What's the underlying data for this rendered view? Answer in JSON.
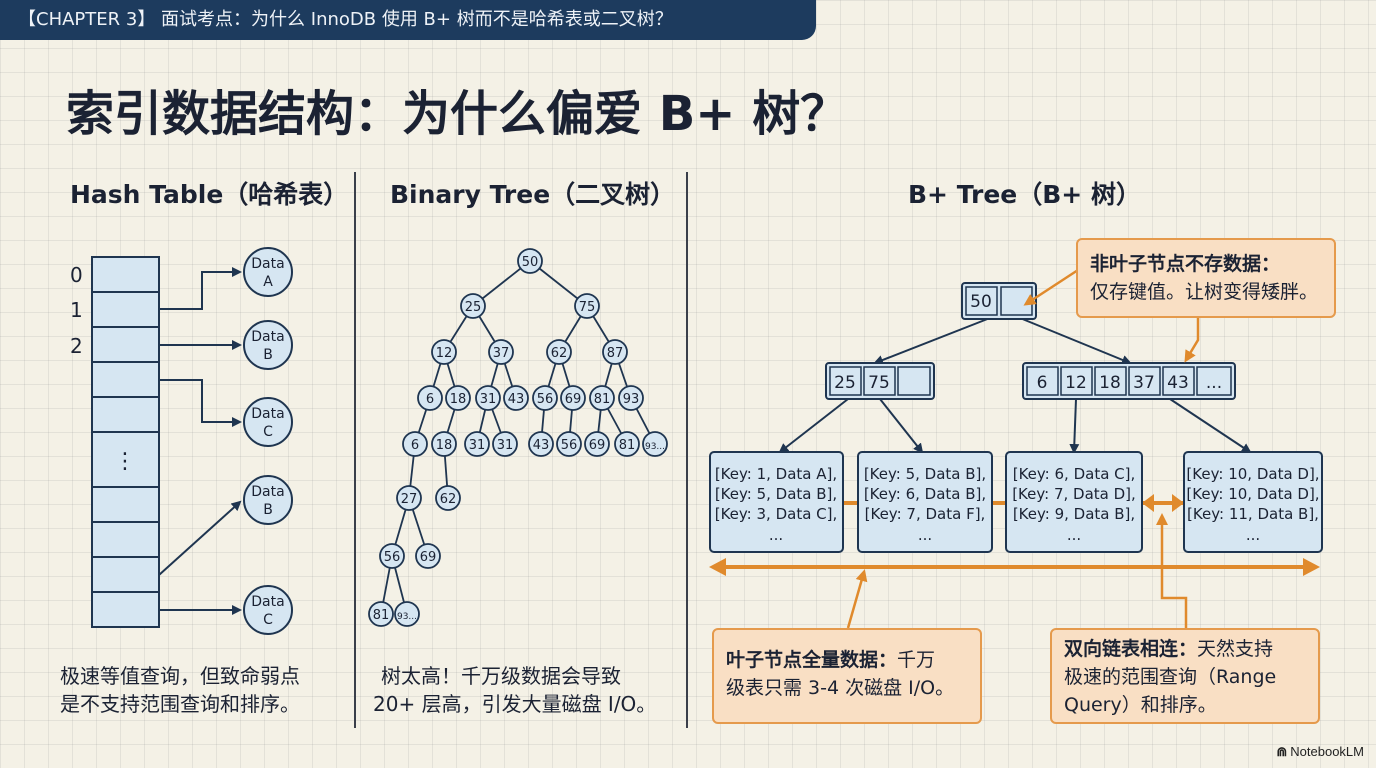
{
  "banner": {
    "text": "【CHAPTER 3】 面试考点：为什么 InnoDB 使用 B+ 树而不是哈希表或二叉树？"
  },
  "title": "索引数据结构：为什么偏爱 B+ 树？",
  "columns": {
    "hash": {
      "title": "Hash Table（哈希表）",
      "caption_line1": "极速等值查询，但致命弱点",
      "caption_line2": "是不支持范围查询和排序。"
    },
    "binary": {
      "title": "Binary Tree（二叉树）",
      "caption_line1": "树太高！千万级数据会导致",
      "caption_line2": "20+ 层高，引发大量磁盘 I/O。"
    },
    "bplus": {
      "title": "B+ Tree（B+ 树）"
    }
  },
  "hash_table": {
    "index_labels": [
      "0",
      "1",
      "2"
    ],
    "ellipsis": "⋮",
    "data_nodes": [
      {
        "top": "Data",
        "bottom": "A"
      },
      {
        "top": "Data",
        "bottom": "B"
      },
      {
        "top": "Data",
        "bottom": "C"
      },
      {
        "top": "Data",
        "bottom": "B"
      },
      {
        "top": "Data",
        "bottom": "C"
      }
    ]
  },
  "binary_tree": {
    "nodes": [
      "50",
      "25",
      "75",
      "12",
      "37",
      "62",
      "87",
      "6",
      "18",
      "31",
      "43",
      "56",
      "69",
      "81",
      "93",
      "6",
      "18",
      "31",
      "31",
      "43",
      "56",
      "69",
      "81",
      "93...",
      "27",
      "62",
      "56",
      "69",
      "81",
      "93..."
    ]
  },
  "bplus_tree": {
    "root": [
      "50",
      ""
    ],
    "internal_left": [
      "25",
      "75",
      ""
    ],
    "internal_right": [
      "6",
      "12",
      "18",
      "37",
      "43",
      "..."
    ],
    "leaves": [
      [
        "[Key: 1, Data A],",
        "[Key: 5, Data B],",
        "[Key: 3, Data C],",
        "..."
      ],
      [
        "[Key: 5, Data B],",
        "[Key: 6, Data B],",
        "[Key: 7, Data F],",
        "..."
      ],
      [
        "[Key: 6, Data C],",
        "[Key: 7, Data D],",
        "[Key: 9, Data B],",
        "..."
      ],
      [
        "[Key: 10, Data D],",
        "[Key: 10, Data D],",
        "[Key: 11, Data B],",
        "..."
      ]
    ]
  },
  "callouts": {
    "nonleaf": {
      "bold": "非叶子节点不存数据：",
      "text": "仅存键值。让树变得矮胖。"
    },
    "leaf": {
      "bold": "叶子节点全量数据：",
      "text_line1": "千万",
      "text_line2": "级表只需 3-4 次磁盘 I/O。"
    },
    "linked": {
      "bold": "双向链表相连：",
      "text_line1": "天然支持",
      "text_line2": "极速的范围查询（Range",
      "text_line3": "Query）和排序。"
    }
  },
  "footer": {
    "brand": "NotebookLM",
    "logo_glyph": "⋒"
  },
  "colors": {
    "banner": "#1d3b5e",
    "node_fill": "#d6e6f2",
    "node_stroke": "#1f3550",
    "accent": "#e08a2c",
    "callout_fill": "#f9dfc4"
  }
}
